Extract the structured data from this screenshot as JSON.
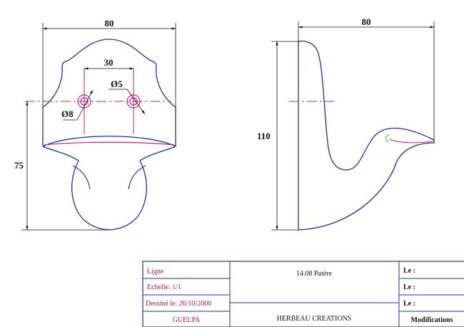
{
  "front_view": {
    "dim_width": "80",
    "dim_hole_spacing": "30",
    "dim_hole_small": "Ø5",
    "dim_hole_large": "Ø8",
    "dim_height": "75"
  },
  "side_view": {
    "dim_depth": "80",
    "dim_height": "110"
  },
  "title_block": {
    "ligne_label": "Ligne",
    "echelle_label": "Echelle: 1/1",
    "dessine_label": "Dessiné le: 26/10/2000",
    "author": "GUELPA",
    "part_name": "14.08 Patère",
    "company": "HERBEAU CREATIONS",
    "le_1": "Le :",
    "le_2": "Le :",
    "le_3": "Le :",
    "modifications": "Modifications"
  },
  "colors": {
    "outline": "#1a2fa8",
    "dimension": "#111111",
    "center_line": "#e0204a",
    "hole": "#c020a0",
    "title_text": "#c8103c"
  }
}
